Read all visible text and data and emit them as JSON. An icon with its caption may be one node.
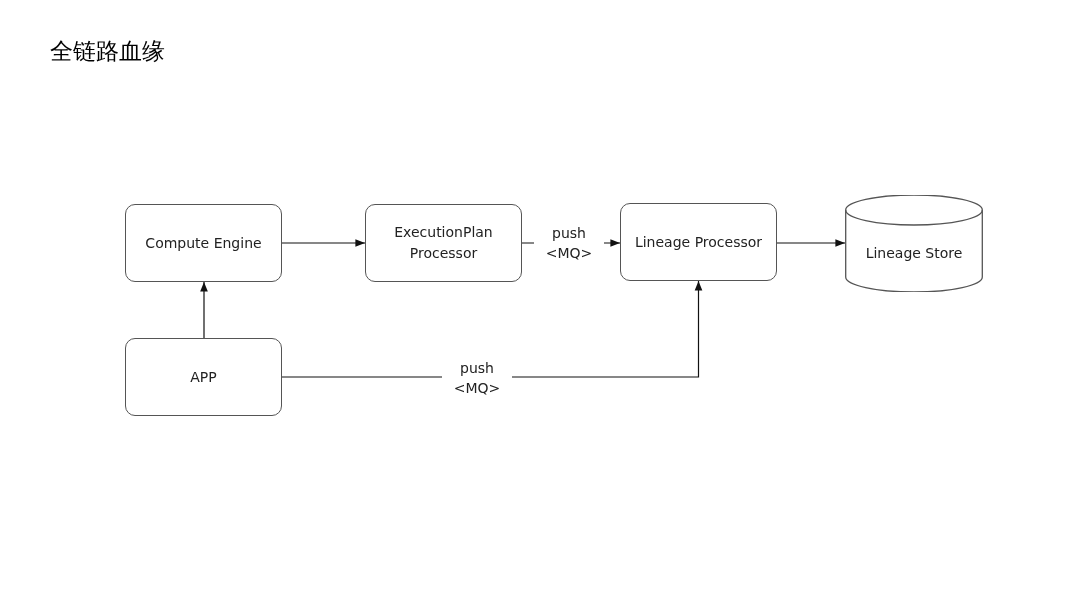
{
  "diagram": {
    "title": "全链路血缘",
    "nodes": [
      {
        "text": [
          "Compute Engine"
        ]
      },
      {
        "text": [
          "ExecutionPlan Processor"
        ]
      },
      {
        "text": [
          "Lineage Processor"
        ]
      },
      {
        "text": [
          "Lineage Store"
        ]
      },
      {
        "text": [
          "APP"
        ]
      }
    ],
    "edges": [
      {
        "from": 0,
        "to": 1,
        "arrow": "to"
      },
      {
        "from": 1,
        "to": 2,
        "arrow": "to",
        "label": "push <MQ>"
      },
      {
        "from": 2,
        "to": 3,
        "arrow": "to"
      },
      {
        "from": 4,
        "to": 0,
        "arrow": "to"
      },
      {
        "from": 4,
        "to": 2,
        "arrow": "to",
        "label": "push <MQ>"
      }
    ]
  }
}
